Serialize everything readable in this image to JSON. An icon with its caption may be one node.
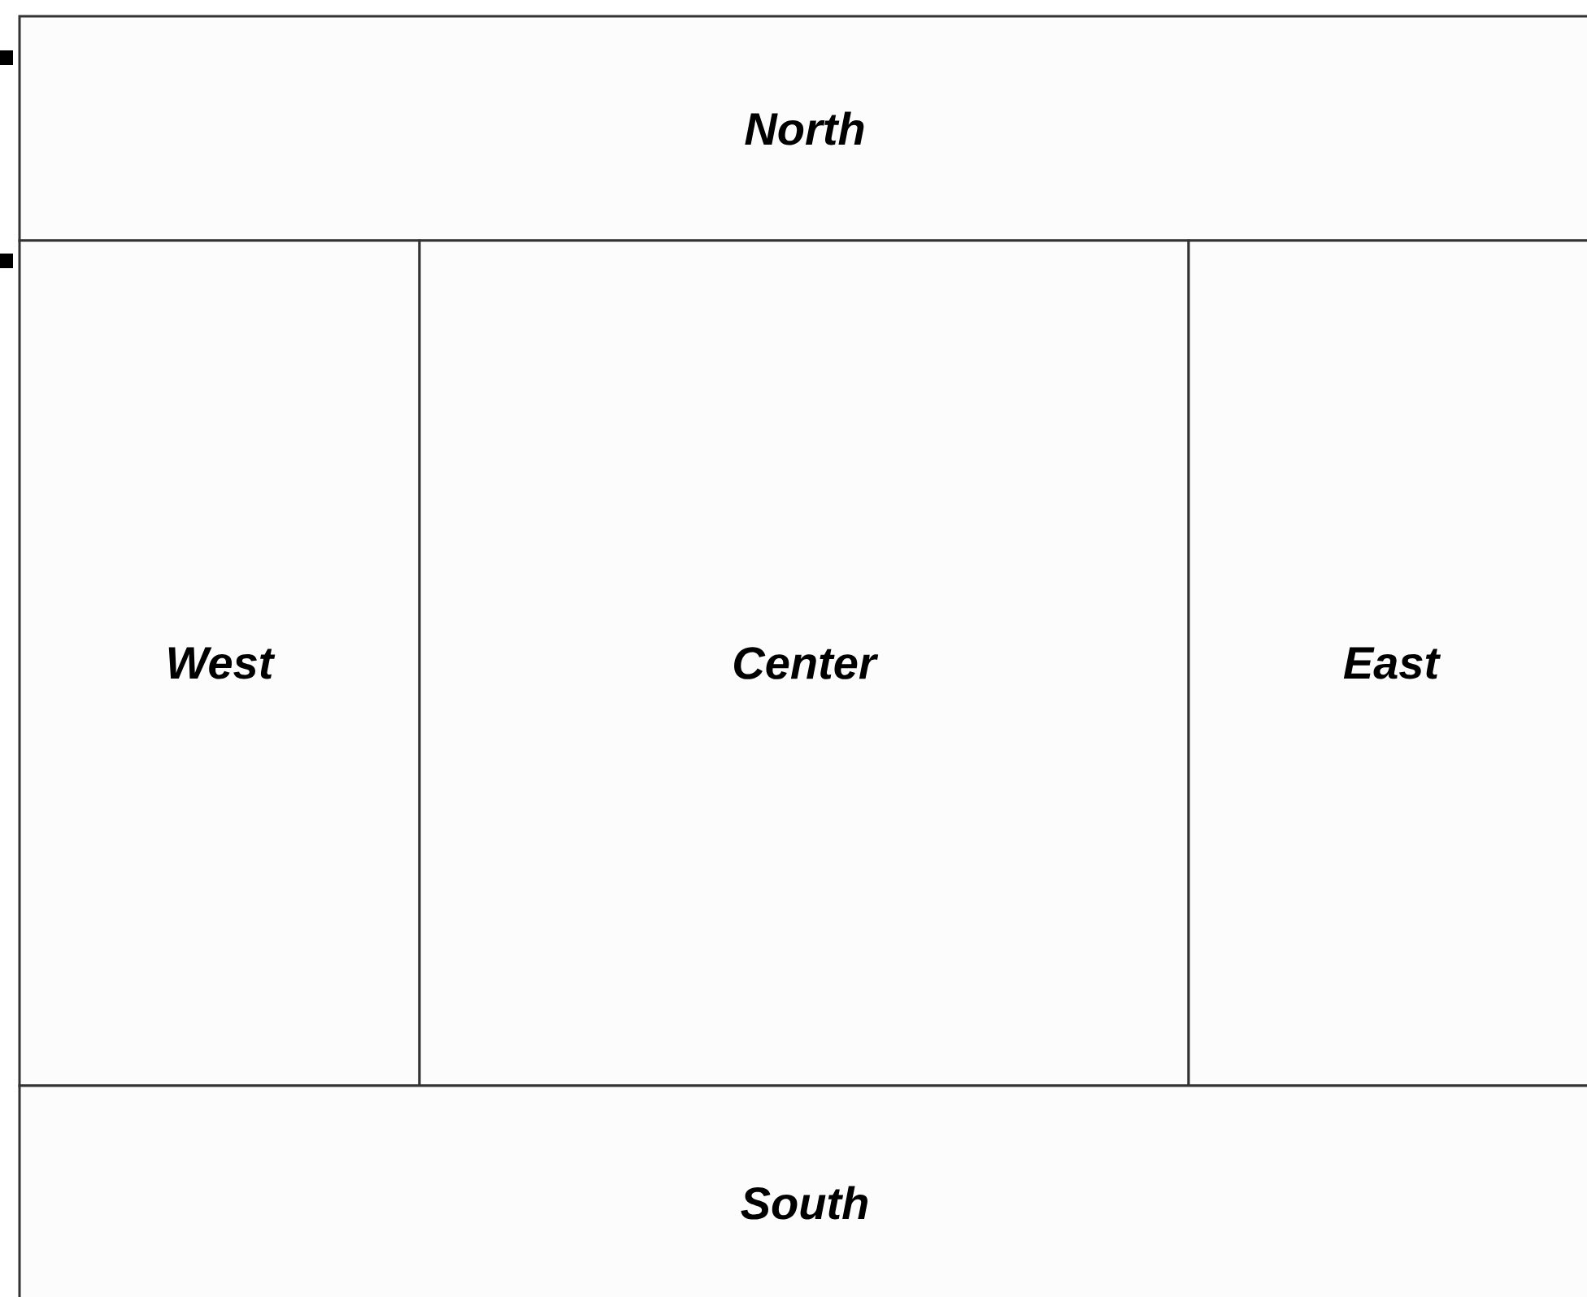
{
  "diagram": {
    "nodes": [
      {
        "text": [
          "North"
        ]
      },
      {
        "text": [
          "West"
        ]
      },
      {
        "text": [
          "Center"
        ]
      },
      {
        "text": [
          "East"
        ]
      },
      {
        "text": [
          "South"
        ]
      }
    ]
  }
}
